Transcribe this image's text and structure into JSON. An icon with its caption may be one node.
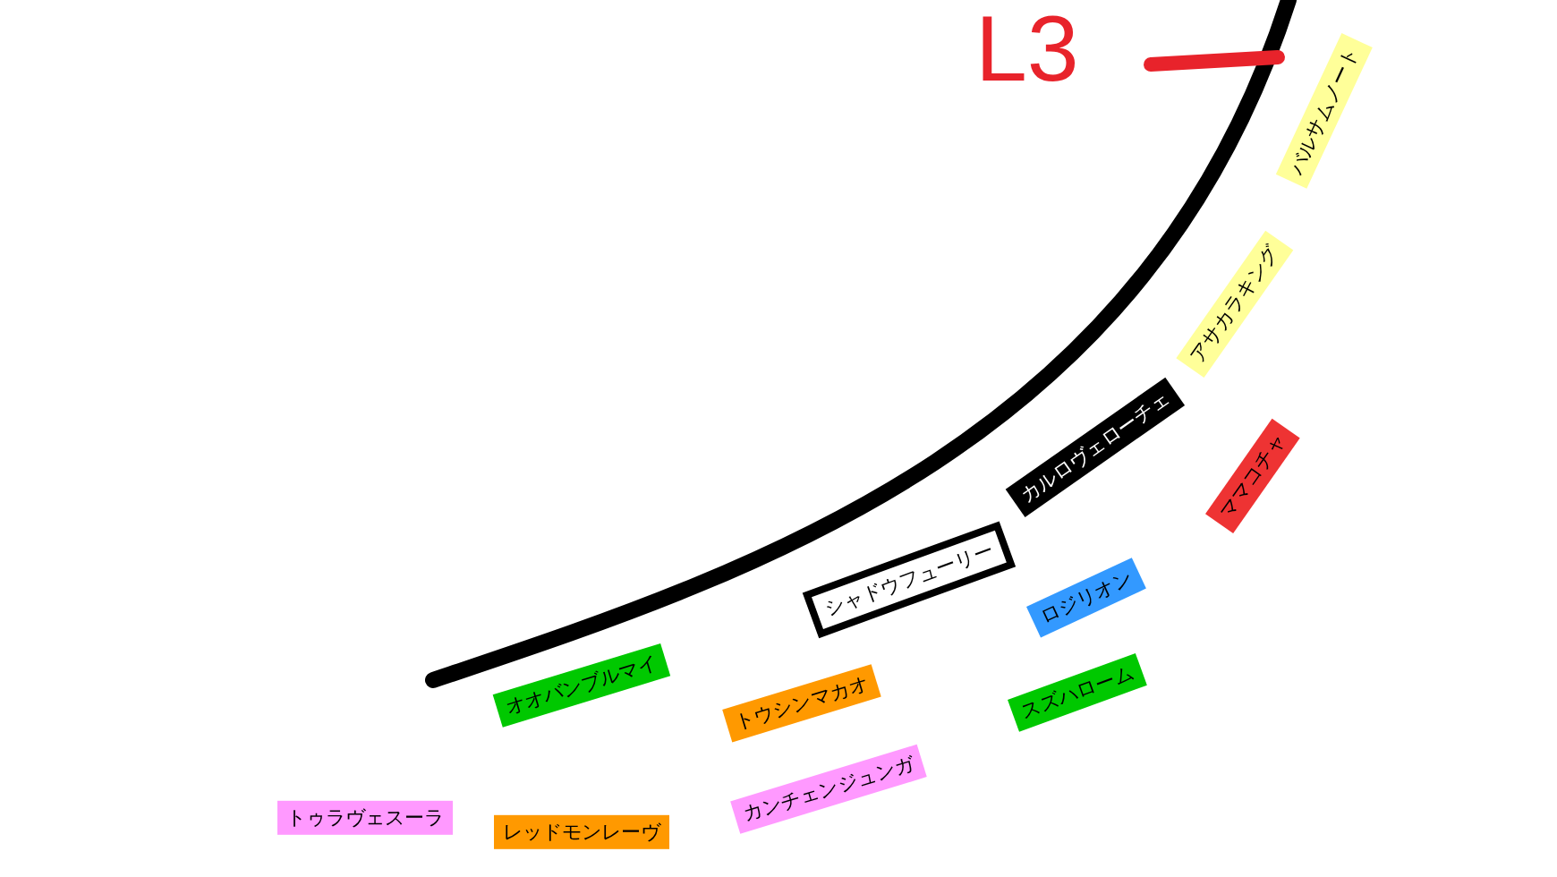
{
  "diagram": {
    "nodes": [
      {
        "text": [
          "バルサムノート"
        ]
      },
      {
        "text": [
          "アサカラキング"
        ]
      },
      {
        "text": [
          "カルロヴェローチェ"
        ]
      },
      {
        "text": [
          "ママコチャ"
        ]
      },
      {
        "text": [
          "シャドウフューリー"
        ]
      },
      {
        "text": [
          "ロジリオン"
        ]
      },
      {
        "text": [
          "スズハローム"
        ]
      },
      {
        "text": [
          "オオバンブルマイ"
        ]
      },
      {
        "text": [
          "トウシンマカオ"
        ]
      },
      {
        "text": [
          "カンチェンジュンガ"
        ]
      },
      {
        "text": [
          "トゥラヴェスーラ"
        ]
      },
      {
        "text": [
          "レッドモンレーヴ"
        ]
      }
    ],
    "labels": [
      "L3"
    ]
  }
}
